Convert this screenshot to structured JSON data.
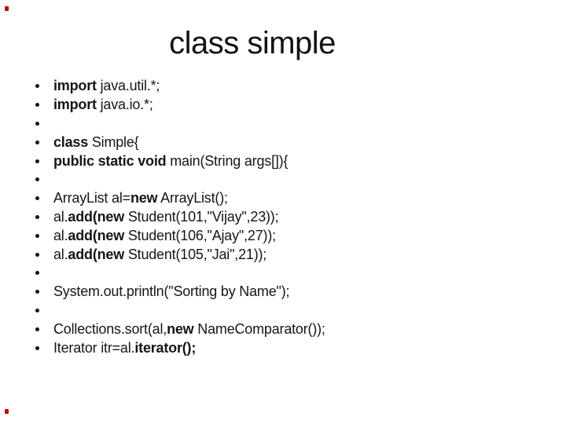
{
  "slide": {
    "title": "class simple",
    "colors": {
      "background": "#ffffff",
      "text": "#161616",
      "bullet": "#111111",
      "red_dot": "#c00000"
    },
    "bullets": [
      {
        "segments": [
          {
            "text": "import",
            "bold": true
          },
          {
            "text": " java.util.*;",
            "bold": false
          }
        ]
      },
      {
        "segments": [
          {
            "text": "import",
            "bold": true
          },
          {
            "text": " java.io.*;",
            "bold": false
          }
        ]
      },
      {
        "segments": []
      },
      {
        "segments": [
          {
            "text": "class",
            "bold": true
          },
          {
            "text": " Simple{",
            "bold": false
          }
        ]
      },
      {
        "segments": [
          {
            "text": "public static void",
            "bold": true
          },
          {
            "text": " main(String args[]){",
            "bold": false
          }
        ]
      },
      {
        "segments": []
      },
      {
        "segments": [
          {
            "text": "ArrayList al=",
            "bold": false
          },
          {
            "text": "new",
            "bold": true
          },
          {
            "text": " ArrayList();",
            "bold": false
          }
        ]
      },
      {
        "segments": [
          {
            "text": "al.",
            "bold": false
          },
          {
            "text": "add(new",
            "bold": true
          },
          {
            "text": " Student(101,\"Vijay\",23));",
            "bold": false
          }
        ]
      },
      {
        "segments": [
          {
            "text": "al.",
            "bold": false
          },
          {
            "text": "add(new",
            "bold": true
          },
          {
            "text": " Student(106,\"Ajay\",27));",
            "bold": false
          }
        ]
      },
      {
        "segments": [
          {
            "text": "al.",
            "bold": false
          },
          {
            "text": "add(new",
            "bold": true
          },
          {
            "text": " Student(105,\"Jai\",21));",
            "bold": false
          }
        ]
      },
      {
        "segments": []
      },
      {
        "segments": [
          {
            "text": "System.out.println(\"Sorting by Name\");",
            "bold": false
          }
        ]
      },
      {
        "segments": []
      },
      {
        "segments": [
          {
            "text": "Collections.sort(al,",
            "bold": false
          },
          {
            "text": "new",
            "bold": true
          },
          {
            "text": " NameComparator());",
            "bold": false
          }
        ]
      },
      {
        "segments": [
          {
            "text": "Iterator itr=al.",
            "bold": false
          },
          {
            "text": "iterator();",
            "bold": true
          }
        ]
      }
    ]
  }
}
